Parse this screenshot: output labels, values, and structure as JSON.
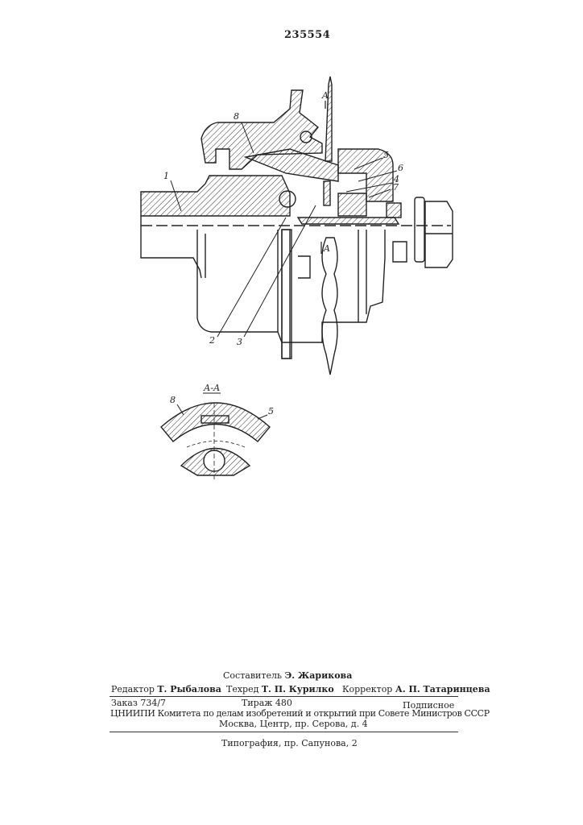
{
  "patent_number": "235554",
  "drawing": {
    "labels": {
      "part_1": "1",
      "part_2": "2",
      "part_3": "3",
      "part_4": "4",
      "part_5": "5",
      "part_6": "6",
      "part_7": "7",
      "part_8": "8",
      "section_mark_top": "A",
      "section_mark_bottom": "A"
    },
    "section_view": {
      "title": "А-А",
      "part_8": "8",
      "part_5": "5"
    }
  },
  "colophon": {
    "compiler_role": "Составитель",
    "compiler_name": "Э. Жарикова",
    "editor_role": "Редактор",
    "editor_name": "Т. Рыбалова",
    "techred_role": "Техред",
    "techred_name": "Т. П. Курилко",
    "corrector_role": "Корректор",
    "corrector_name": "А. П. Татаринцева",
    "order": "Заказ 734/7",
    "print_run": "Тираж 480",
    "subscription": "Подписное",
    "organization": "ЦНИИПИ Комитета по делам изобретений и открытий при Совете Министров СССР",
    "address": "Москва, Центр, пр. Серова, д. 4",
    "printing_house": "Типография, пр. Сапунова, 2"
  }
}
